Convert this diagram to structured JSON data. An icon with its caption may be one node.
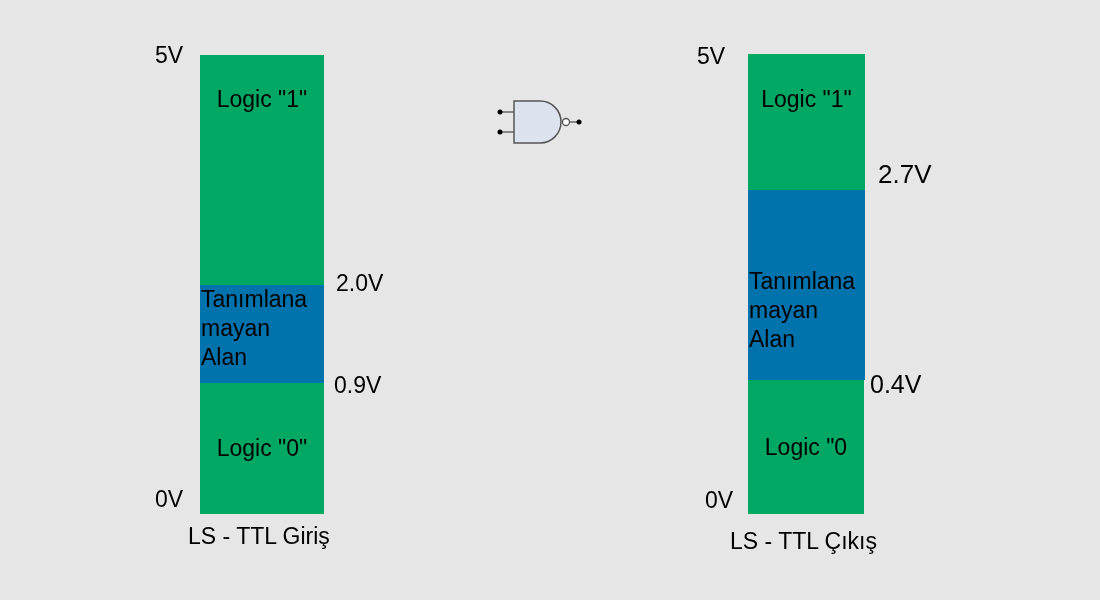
{
  "diagram": {
    "nodes": [
      {
        "text": [
          "Logic \"1\""
        ]
      },
      {
        "text": [
          "Tanımlana mayan Alan"
        ]
      },
      {
        "text": [
          "Logic \"0\""
        ]
      },
      {
        "text": [
          "Logic \"1\""
        ]
      },
      {
        "text": [
          "Tanımlana mayan Alan"
        ]
      },
      {
        "text": [
          "Logic \"0"
        ]
      }
    ],
    "labels": [
      "5V",
      "2.0V",
      "0.9V",
      "0V",
      "LS - TTL Giriş",
      "5V",
      "2.7V",
      "0.4V",
      "0V",
      "LS - TTL Çıkış"
    ]
  }
}
